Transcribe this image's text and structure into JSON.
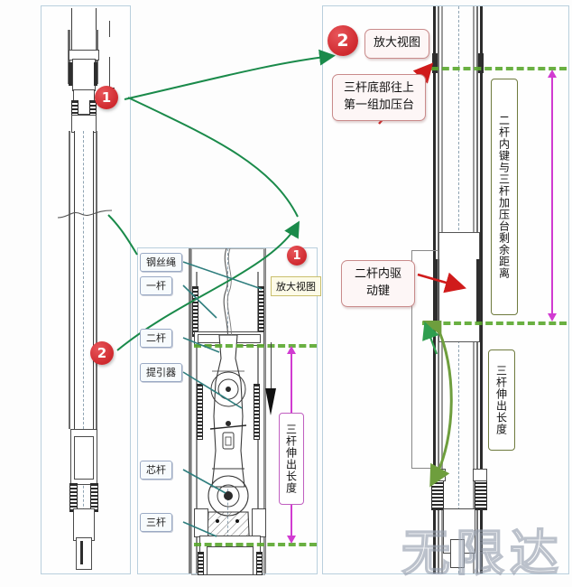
{
  "diagram": {
    "watermark": "无限达",
    "badges": [
      {
        "id": "badge-1-left",
        "text": "1"
      },
      {
        "id": "badge-2-left",
        "text": "2"
      },
      {
        "id": "badge-1-mid",
        "text": "1"
      },
      {
        "id": "badge-2-right",
        "text": "2"
      }
    ]
  },
  "left_panel": {
    "name": "overall-assembly-view"
  },
  "mid_panel": {
    "zoom_label": "放大视图",
    "labels": [
      {
        "key": "wire-rope",
        "text": "钢丝绳"
      },
      {
        "key": "rod-1",
        "text": "一杆"
      },
      {
        "key": "rod-2",
        "text": "二杆"
      },
      {
        "key": "lifting-device",
        "text": "提引器"
      },
      {
        "key": "core-rod",
        "text": "芯杆"
      },
      {
        "key": "rod-3",
        "text": "三杆"
      }
    ],
    "dimension_label": "三杆伸出长度"
  },
  "right_panel": {
    "zoom_label": "放大视图",
    "callout_top": "三杆底部往上第一组加压台",
    "callout_mid": "二杆内驱动键",
    "dimension_upper": "二杆内键与三杆加压台剩余距离",
    "dimension_lower": "三杆伸出长度"
  },
  "colors": {
    "green_dash": "#5aa82e",
    "magenta": "#d13bd1",
    "olive_green": "#6e9e3d",
    "badge_red": "#cf2a2f",
    "leader_teal": "#2f7e7e",
    "arrow_red": "#d01b1b",
    "panel_border": "#b9cfdd"
  }
}
